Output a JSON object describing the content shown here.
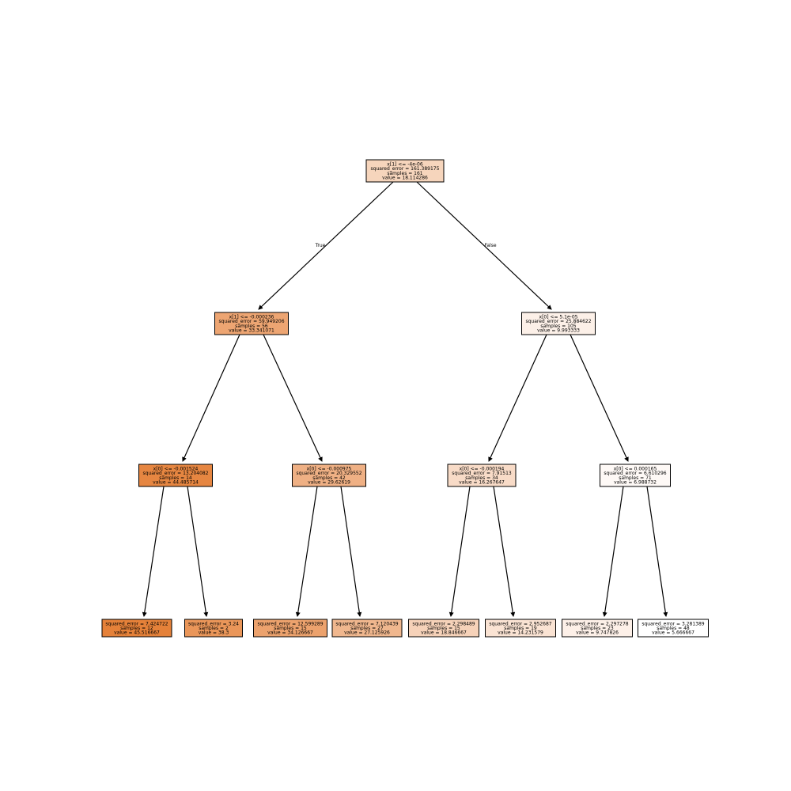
{
  "branch_labels": {
    "left": "True",
    "right": "False"
  },
  "nodes": [
    {
      "id": "n0",
      "lines": [
        "x[1] <= -4e-06",
        "squared_error = 161.389175",
        "samples = 161",
        "value = 18.114286"
      ],
      "fill": "#f6d5bc"
    },
    {
      "id": "n1",
      "lines": [
        "x[1] <= -0.000236",
        "squared_error = 59.949206",
        "samples = 56",
        "value = 33.341071"
      ],
      "fill": "#eda572"
    },
    {
      "id": "n2",
      "lines": [
        "x[0] <= 5.1e-05",
        "squared_error = 25.884622",
        "samples = 105",
        "value = 9.993333"
      ],
      "fill": "#fcf0e8"
    },
    {
      "id": "n3",
      "lines": [
        "x[0] <= -0.001524",
        "squared_error = 13.204082",
        "samples = 14",
        "value = 44.485714"
      ],
      "fill": "#e68641"
    },
    {
      "id": "n4",
      "lines": [
        "x[0] <= -0.000975",
        "squared_error = 20.329552",
        "samples = 42",
        "value = 29.62619"
      ],
      "fill": "#efb084"
    },
    {
      "id": "n5",
      "lines": [
        "x[0] <= -0.000194",
        "squared_error = 7.91513",
        "samples = 34",
        "value = 16.267647"
      ],
      "fill": "#f8dbc7"
    },
    {
      "id": "n6",
      "lines": [
        "x[0] <= 0.000165",
        "squared_error = 6.610296",
        "samples = 71",
        "value = 6.988732"
      ],
      "fill": "#fef9f6"
    },
    {
      "id": "n7",
      "lines": [
        "squared_error = 7.424722",
        "samples = 12",
        "value = 45.516667"
      ],
      "fill": "#e58139"
    },
    {
      "id": "n8",
      "lines": [
        "squared_error = 3.24",
        "samples = 2",
        "value = 38.3"
      ],
      "fill": "#ea9659"
    },
    {
      "id": "n9",
      "lines": [
        "squared_error = 12.599289",
        "samples = 15",
        "value = 34.126667"
      ],
      "fill": "#eca26d"
    },
    {
      "id": "n10",
      "lines": [
        "squared_error = 7.120439",
        "samples = 27",
        "value = 27.125926"
      ],
      "fill": "#f0b78e"
    },
    {
      "id": "n11",
      "lines": [
        "squared_error = 2.298489",
        "samples = 15",
        "value = 18.846667"
      ],
      "fill": "#f6d2b9"
    },
    {
      "id": "n12",
      "lines": [
        "squared_error = 2.952687",
        "samples = 19",
        "value = 14.231579"
      ],
      "fill": "#fae3d3"
    },
    {
      "id": "n13",
      "lines": [
        "squared_error = 2.297278",
        "samples = 23",
        "value = 9.747826"
      ],
      "fill": "#fdf0e8"
    },
    {
      "id": "n14",
      "lines": [
        "squared_error = 3.281389",
        "samples = 48",
        "value = 5.666667"
      ],
      "fill": "#ffffff"
    }
  ],
  "edges": [
    {
      "from": "n0",
      "to": "n1"
    },
    {
      "from": "n0",
      "to": "n2"
    },
    {
      "from": "n1",
      "to": "n3"
    },
    {
      "from": "n1",
      "to": "n4"
    },
    {
      "from": "n2",
      "to": "n5"
    },
    {
      "from": "n2",
      "to": "n6"
    },
    {
      "from": "n3",
      "to": "n7"
    },
    {
      "from": "n3",
      "to": "n8"
    },
    {
      "from": "n4",
      "to": "n9"
    },
    {
      "from": "n4",
      "to": "n10"
    },
    {
      "from": "n5",
      "to": "n11"
    },
    {
      "from": "n5",
      "to": "n12"
    },
    {
      "from": "n6",
      "to": "n13"
    },
    {
      "from": "n6",
      "to": "n14"
    }
  ]
}
